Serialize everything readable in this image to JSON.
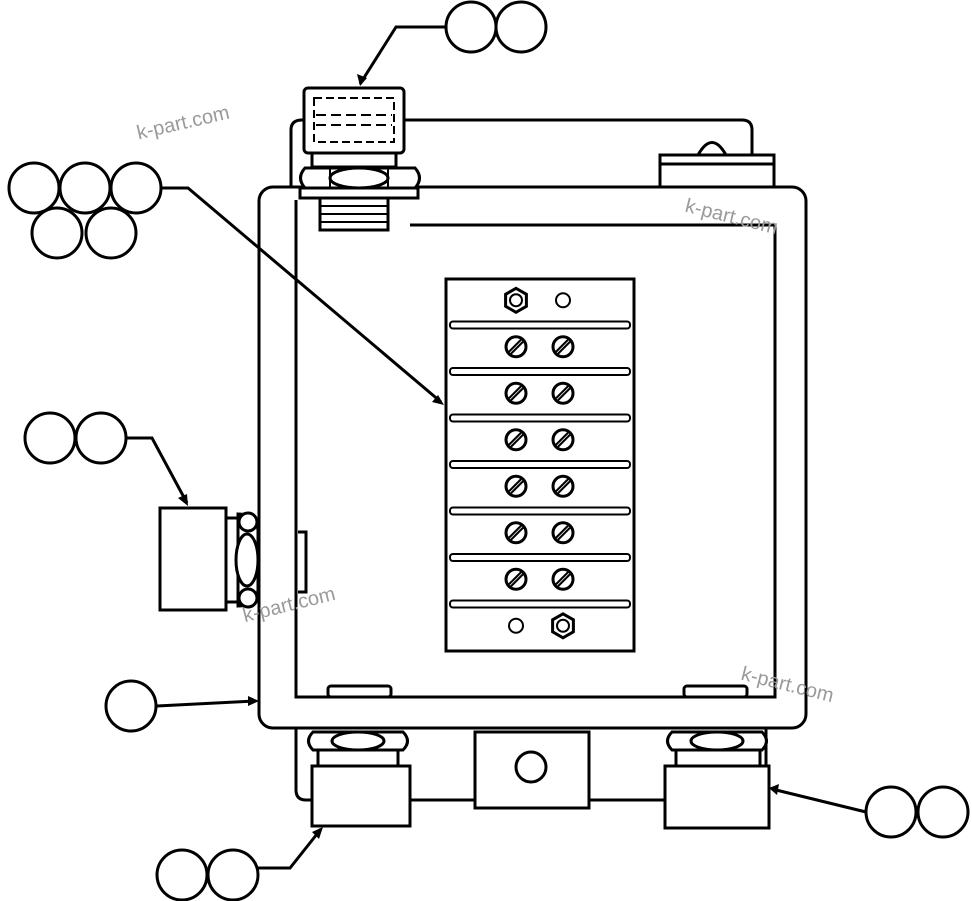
{
  "watermark_text": "k-part.com",
  "callouts": [
    {
      "name": "callout-top-connector",
      "balloons": 2
    },
    {
      "name": "callout-terminal-strip",
      "balloons": 5
    },
    {
      "name": "callout-side-connector",
      "balloons": 2
    },
    {
      "name": "callout-housing",
      "balloons": 1
    },
    {
      "name": "callout-bottom-left-connector",
      "balloons": 2
    },
    {
      "name": "callout-bottom-right-connector",
      "balloons": 2
    }
  ],
  "terminal_strip": {
    "rows": 8,
    "screw_rows": 6
  }
}
